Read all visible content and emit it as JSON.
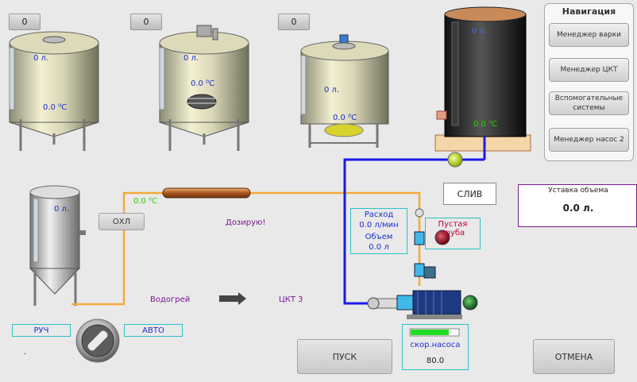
{
  "tanks": [
    {
      "counter": "0",
      "level": "0 л.",
      "temp": "0.0 ⁰C"
    },
    {
      "counter": "0",
      "level": "0 л.",
      "temp": "0.0 ⁰C"
    },
    {
      "counter": "0",
      "level": "0 л.",
      "temp": "0.0 ⁰C"
    },
    {
      "level": "0 л.",
      "temp": "0.0 ⁰C"
    }
  ],
  "ckt": {
    "level": "0 л."
  },
  "exchanger": {
    "temp": "0.0 ⁰C"
  },
  "buttons": {
    "cool": "ОХЛ",
    "start": "ПУСК",
    "cancel": "ОТМЕНА"
  },
  "status": {
    "dosing": "Дозирую!"
  },
  "labels": {
    "water_heat": "Водогрей",
    "ckt": "ЦКТ 3",
    "drain": "СЛИВ",
    "empty_pipe": "Пустая труба"
  },
  "setpoint": {
    "title": "Уставка объема",
    "value": "0.0 л."
  },
  "flow": {
    "label": "Расход",
    "value": "0.0    л/мин"
  },
  "volume": {
    "label": "Объем",
    "value": "0.0    л"
  },
  "pump": {
    "speed_label": "скор.насоса",
    "speed_value": "80.0",
    "speed_percent": 80
  },
  "mode": {
    "manual": "РУЧ",
    "auto": "АВТО",
    "note": "."
  },
  "navigation": {
    "title": "Навигация",
    "items": [
      "Менеджер варки",
      "Менеджер ЦКТ",
      "Вспомогательные системы",
      "Менеджер насос 2"
    ]
  }
}
